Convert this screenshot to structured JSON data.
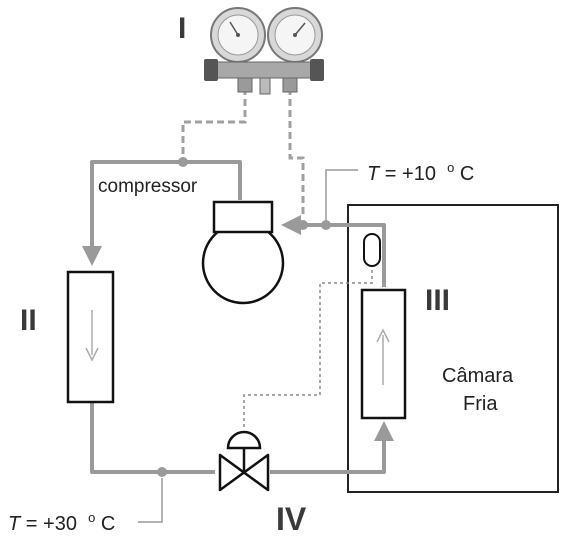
{
  "labels": {
    "gauge_set": "I",
    "condenser": "II",
    "evaporator": "III",
    "expansion_valve": "IV",
    "compressor": "compressor",
    "cold_room_line1": "Câmara",
    "cold_room_line2": "Fria"
  },
  "temperatures": {
    "suction": {
      "symbol": "T",
      "value": "= +10 ",
      "unit_sup": "o",
      "unit": "C"
    },
    "liquid": {
      "symbol": "T",
      "value": "= +30 ",
      "unit_sup": "o",
      "unit": "C"
    }
  },
  "colors": {
    "pipe": "#9a9a9a",
    "dashed": "#a0a0a0",
    "outline": "#111111",
    "text": "#222222"
  }
}
